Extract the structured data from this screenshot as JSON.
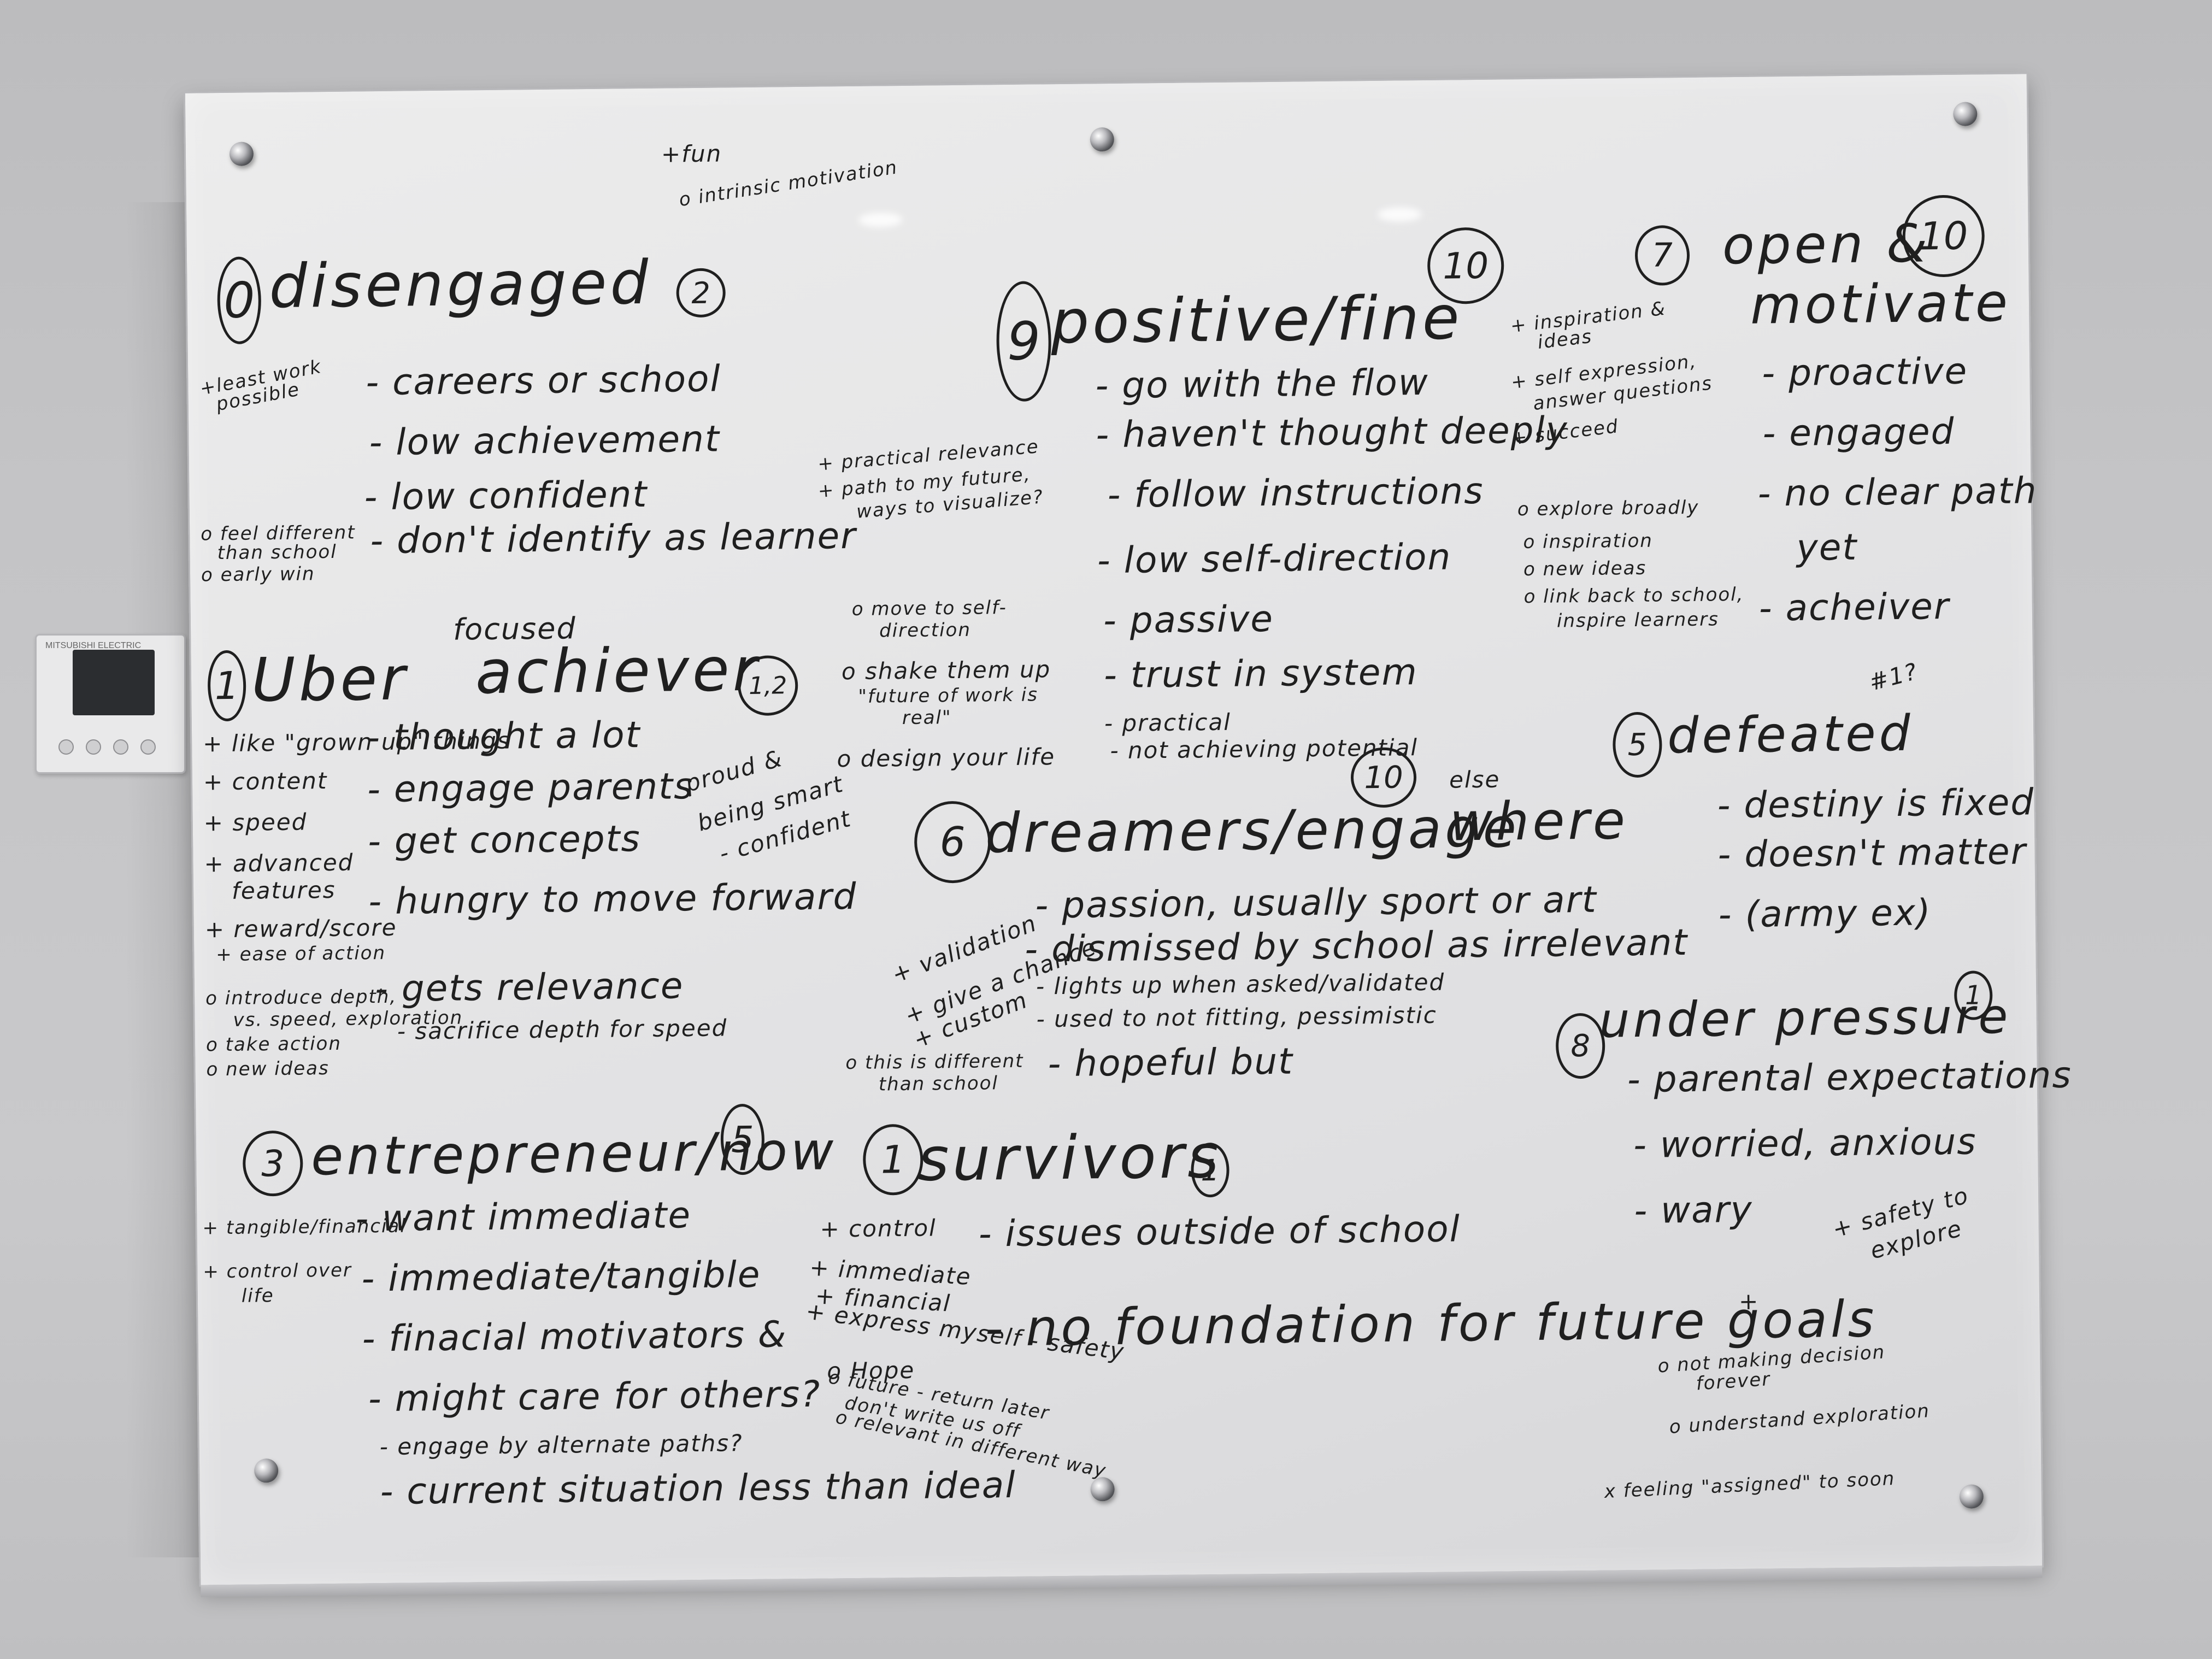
{
  "thermostat": {
    "brand": "MITSUBISHI ELECTRIC"
  },
  "board": {
    "header_notes": [
      "+fun",
      "o intrinsic motivation"
    ],
    "groups": {
      "disengaged": {
        "order": "0",
        "title": "disengaged",
        "count": "2",
        "plus_notes": [
          "+least work",
          "possible"
        ],
        "o_notes": [
          "o feel different",
          "than school",
          "o early win"
        ],
        "items": [
          "- careers or school",
          "- low achievement",
          "- low confident",
          "- don't identify as learner"
        ]
      },
      "uber": {
        "order": "1",
        "title": "Uber",
        "title2": "achiever",
        "title_insert": "focused",
        "count": "1,2",
        "plus_notes": [
          "+ like \"grown up\" things",
          "+ content",
          "+ speed",
          "+ advanced",
          "features",
          "+ reward/score",
          "+ ease of action"
        ],
        "side_note": [
          "proud &",
          "being smart",
          "- confident"
        ],
        "o_notes": [
          "o introduce depth,",
          "vs. speed, exploration",
          "o take action",
          "o new ideas"
        ],
        "items": [
          "- thought a lot",
          "- engage parents",
          "- get concepts",
          "- hungry to move forward",
          "- gets relevance",
          "- sacrifice depth for speed"
        ]
      },
      "entrepreneur": {
        "order": "3",
        "title": "entrepreneur/now",
        "count": "5",
        "plus_notes": [
          "+ tangible/financial",
          "+ control over",
          "life"
        ],
        "items": [
          "- want immediate",
          "- immediate/tangible",
          "- finacial motivators &",
          "- might care for others?",
          "- engage by alternate paths?",
          "- current situation less than ideal"
        ]
      },
      "positive": {
        "order": "9",
        "title": "positive/fine",
        "count": "10",
        "plus_notes": [
          "+ practical relevance",
          "+ path to my future,",
          "ways to visualize?"
        ],
        "o_notes": [
          "o move to self-",
          "direction",
          "o shake them up",
          "\"future of work is",
          "real\"",
          "o design your life"
        ],
        "items": [
          "- go with the flow",
          "- haven't thought deeply",
          "- follow instructions",
          "- low self-direction",
          "- passive",
          "- trust in system",
          "- practical",
          "- not achieving potential"
        ]
      },
      "dreamers": {
        "order": "6",
        "title": "dreamers/engage",
        "title_insert": "else",
        "title_tail": "where",
        "count": "10",
        "plus_notes": [
          "+ validation",
          "+ give a chance",
          "+ custom"
        ],
        "o_notes": [
          "o this is different",
          "than school"
        ],
        "items": [
          "- passion, usually sport or art",
          "- dismissed by school as irrelevant",
          "- lights up when asked/validated",
          "- used to not fitting, pessimistic",
          "- hopeful but"
        ]
      },
      "survivors": {
        "order": "1",
        "title": "survivors",
        "count": "1",
        "plus_notes": [
          "+ control",
          "+ immediate",
          "+ financial",
          "+ express myself - safety"
        ],
        "o_notes": [
          "o Hope",
          "o future - return later",
          "don't write us off",
          "o relevant in different way"
        ],
        "items": [
          "- issues outside of school",
          "- no foundation for future goals"
        ]
      },
      "open": {
        "order": "7",
        "title": "open &",
        "title2": "motivate",
        "count": "10",
        "plus_notes": [
          "+ inspiration &",
          "ideas",
          "+ self expression,",
          "answer questions",
          "+ succeed"
        ],
        "o_notes": [
          "o explore broadly",
          "o inspiration",
          "o new ideas",
          "o link back to school,",
          "inspire learners"
        ],
        "items": [
          "- proactive",
          "- engaged",
          "- no clear path",
          "yet",
          "- acheiver"
        ]
      },
      "defeated": {
        "order": "5",
        "title": "defeated",
        "annotation": "#1?",
        "items": [
          "- destiny is fixed",
          "- doesn't matter",
          "- (army ex)"
        ]
      },
      "pressure": {
        "order": "8",
        "title": "under pressure",
        "count": "1",
        "items": [
          "- parental expectations",
          "- worried, anxious",
          "- wary"
        ],
        "plus_notes": [
          "+ safety to",
          "explore"
        ],
        "o_notes": [
          "o not making decision",
          "forever",
          "o understand exploration"
        ],
        "x_notes": [
          "x feeling \"assigned\" to soon"
        ],
        "stray": "+"
      }
    }
  }
}
